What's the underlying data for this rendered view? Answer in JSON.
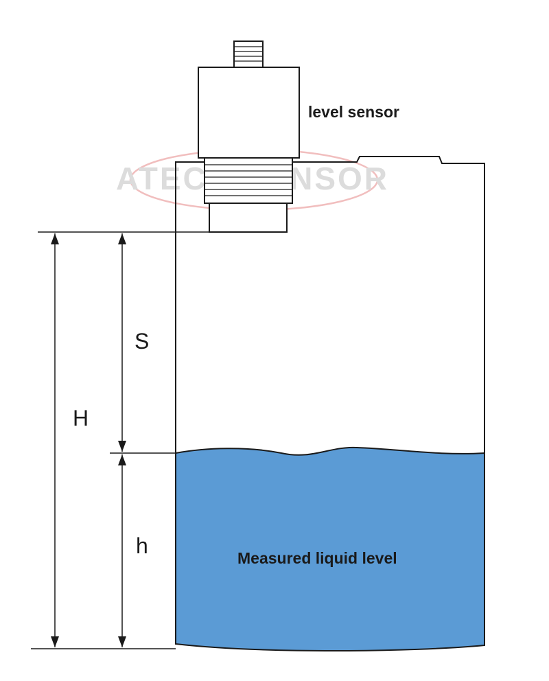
{
  "watermark": "ATECH SENSOR",
  "labels": {
    "sensor": "level sensor",
    "liquid": "Measured liquid level",
    "S": "S",
    "H": "H",
    "h": "h"
  },
  "colors": {
    "liquid": "#5b9bd5",
    "outline": "#1a1a1a",
    "watermark_ring": "#f0b8b8"
  }
}
